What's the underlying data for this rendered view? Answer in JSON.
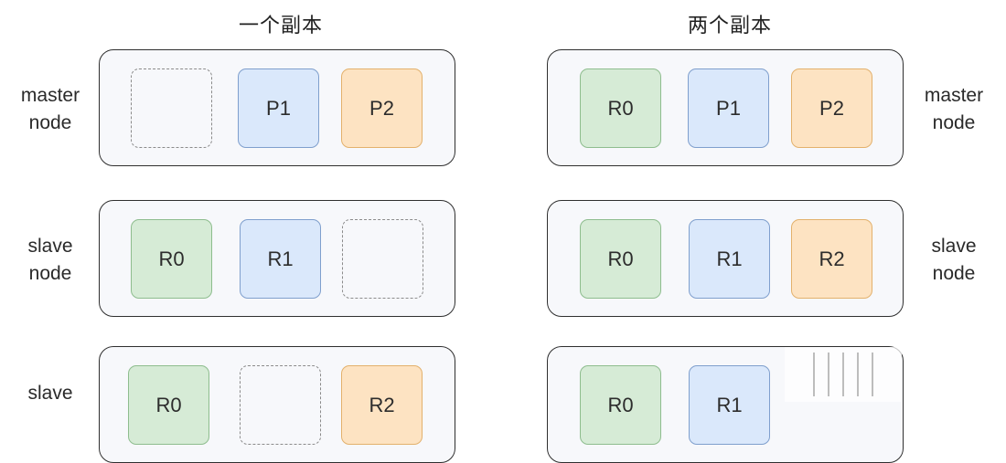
{
  "titles": {
    "left": "一个副本",
    "right": "两个副本"
  },
  "left": {
    "rows": [
      {
        "label_line1": "master",
        "label_line2": "node",
        "shards": [
          {
            "label": "",
            "kind": "empty"
          },
          {
            "label": "P1",
            "kind": "blue"
          },
          {
            "label": "P2",
            "kind": "orange"
          }
        ]
      },
      {
        "label_line1": "slave",
        "label_line2": "node",
        "shards": [
          {
            "label": "R0",
            "kind": "green"
          },
          {
            "label": "R1",
            "kind": "blue"
          },
          {
            "label": "",
            "kind": "empty"
          }
        ]
      },
      {
        "label_line1": "slave",
        "label_line2": "",
        "shards": [
          {
            "label": "R0",
            "kind": "green"
          },
          {
            "label": "",
            "kind": "empty"
          },
          {
            "label": "R2",
            "kind": "orange"
          }
        ]
      }
    ]
  },
  "right": {
    "rows": [
      {
        "label_line1": "master",
        "label_line2": "node",
        "shards": [
          {
            "label": "R0",
            "kind": "green"
          },
          {
            "label": "P1",
            "kind": "blue"
          },
          {
            "label": "P2",
            "kind": "orange"
          }
        ]
      },
      {
        "label_line1": "slave",
        "label_line2": "node",
        "shards": [
          {
            "label": "R0",
            "kind": "green"
          },
          {
            "label": "R1",
            "kind": "blue"
          },
          {
            "label": "R2",
            "kind": "orange"
          }
        ]
      },
      {
        "label_line1": "",
        "label_line2": "",
        "shards": [
          {
            "label": "R0",
            "kind": "green"
          },
          {
            "label": "R1",
            "kind": "blue"
          },
          {
            "label": "",
            "kind": "empty"
          }
        ]
      }
    ]
  },
  "colors": {
    "green": "#d6ebd6",
    "blue": "#dae8fb",
    "orange": "#fde3c2",
    "node_border": "#2f2f2f",
    "node_background": "#f7f8fb"
  }
}
